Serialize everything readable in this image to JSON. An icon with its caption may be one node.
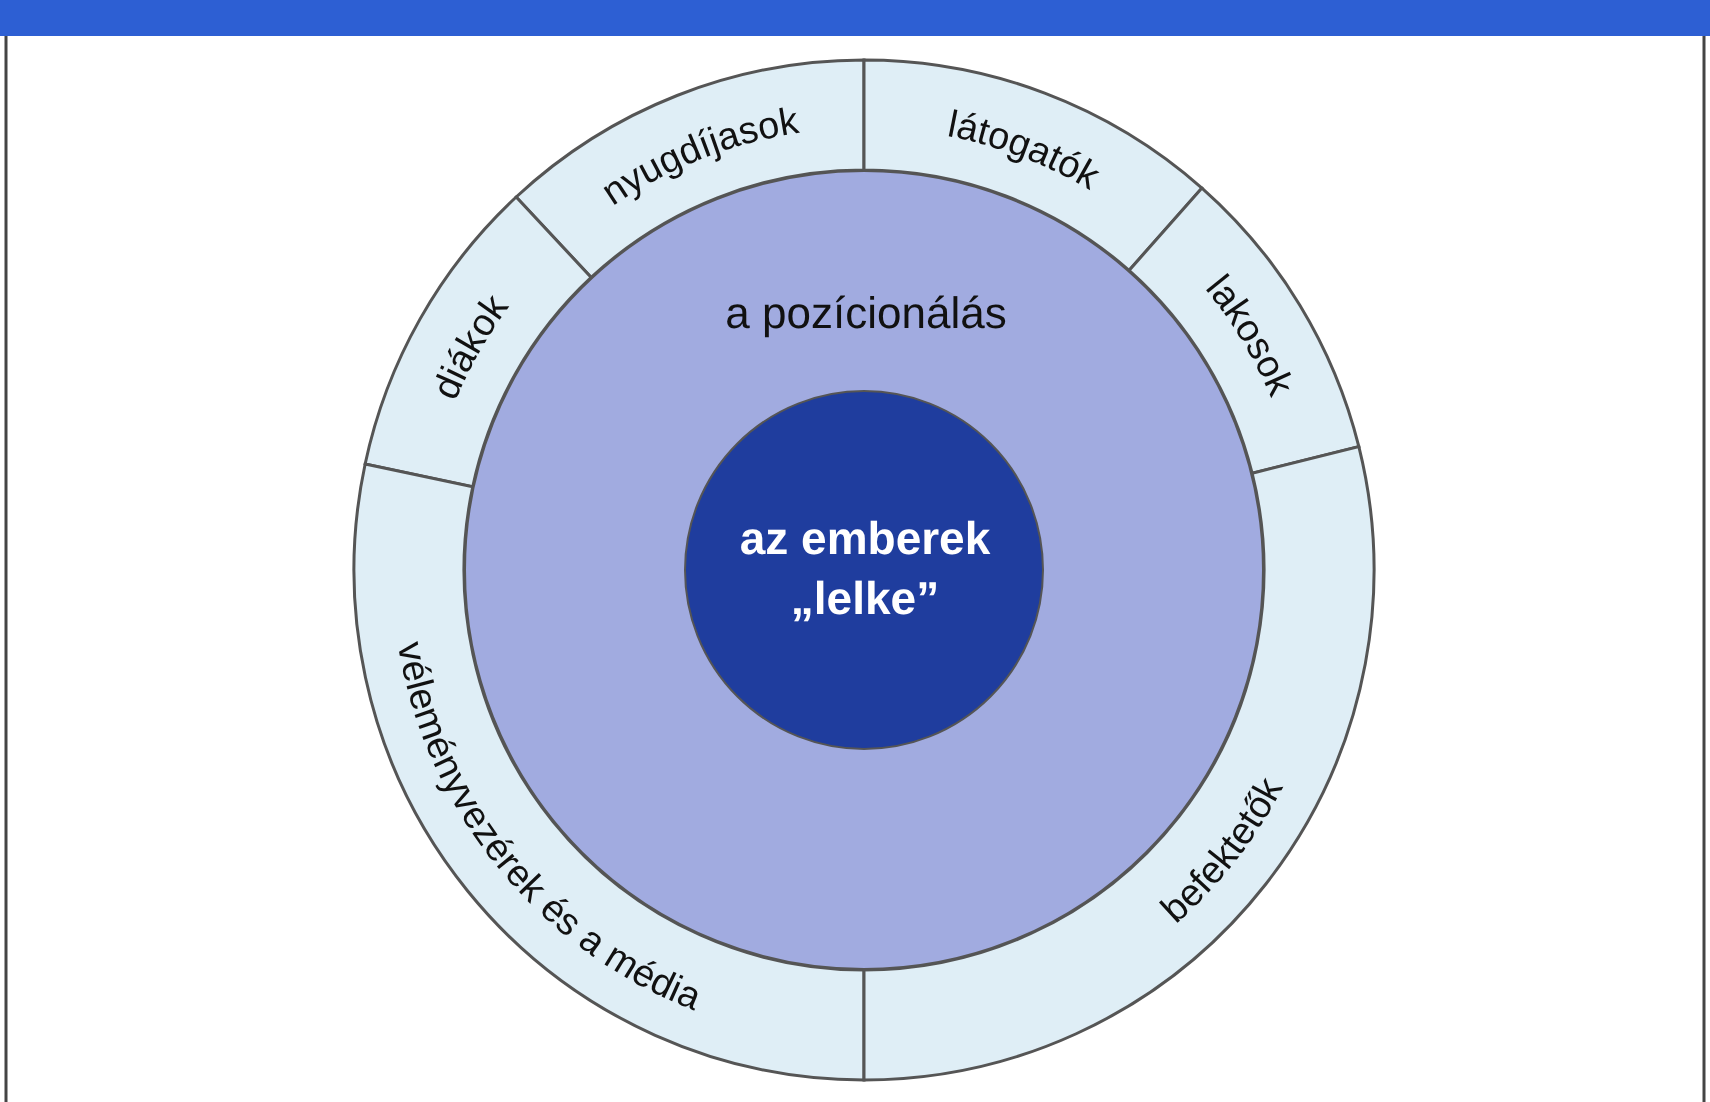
{
  "diagram": {
    "nodes": [
      {
        "text": [
          "nyugdíjasok"
        ]
      },
      {
        "text": [
          "látogatók"
        ]
      },
      {
        "text": [
          "diákok"
        ]
      },
      {
        "text": [
          "lakosok"
        ]
      },
      {
        "text": [
          "a pozícionálás"
        ]
      },
      {
        "text": [
          "az emberek „lelke”"
        ],
        "in": 4
      },
      {
        "text": [
          "véleményvezérek és a média"
        ]
      },
      {
        "text": [
          "befektetők"
        ]
      }
    ]
  }
}
